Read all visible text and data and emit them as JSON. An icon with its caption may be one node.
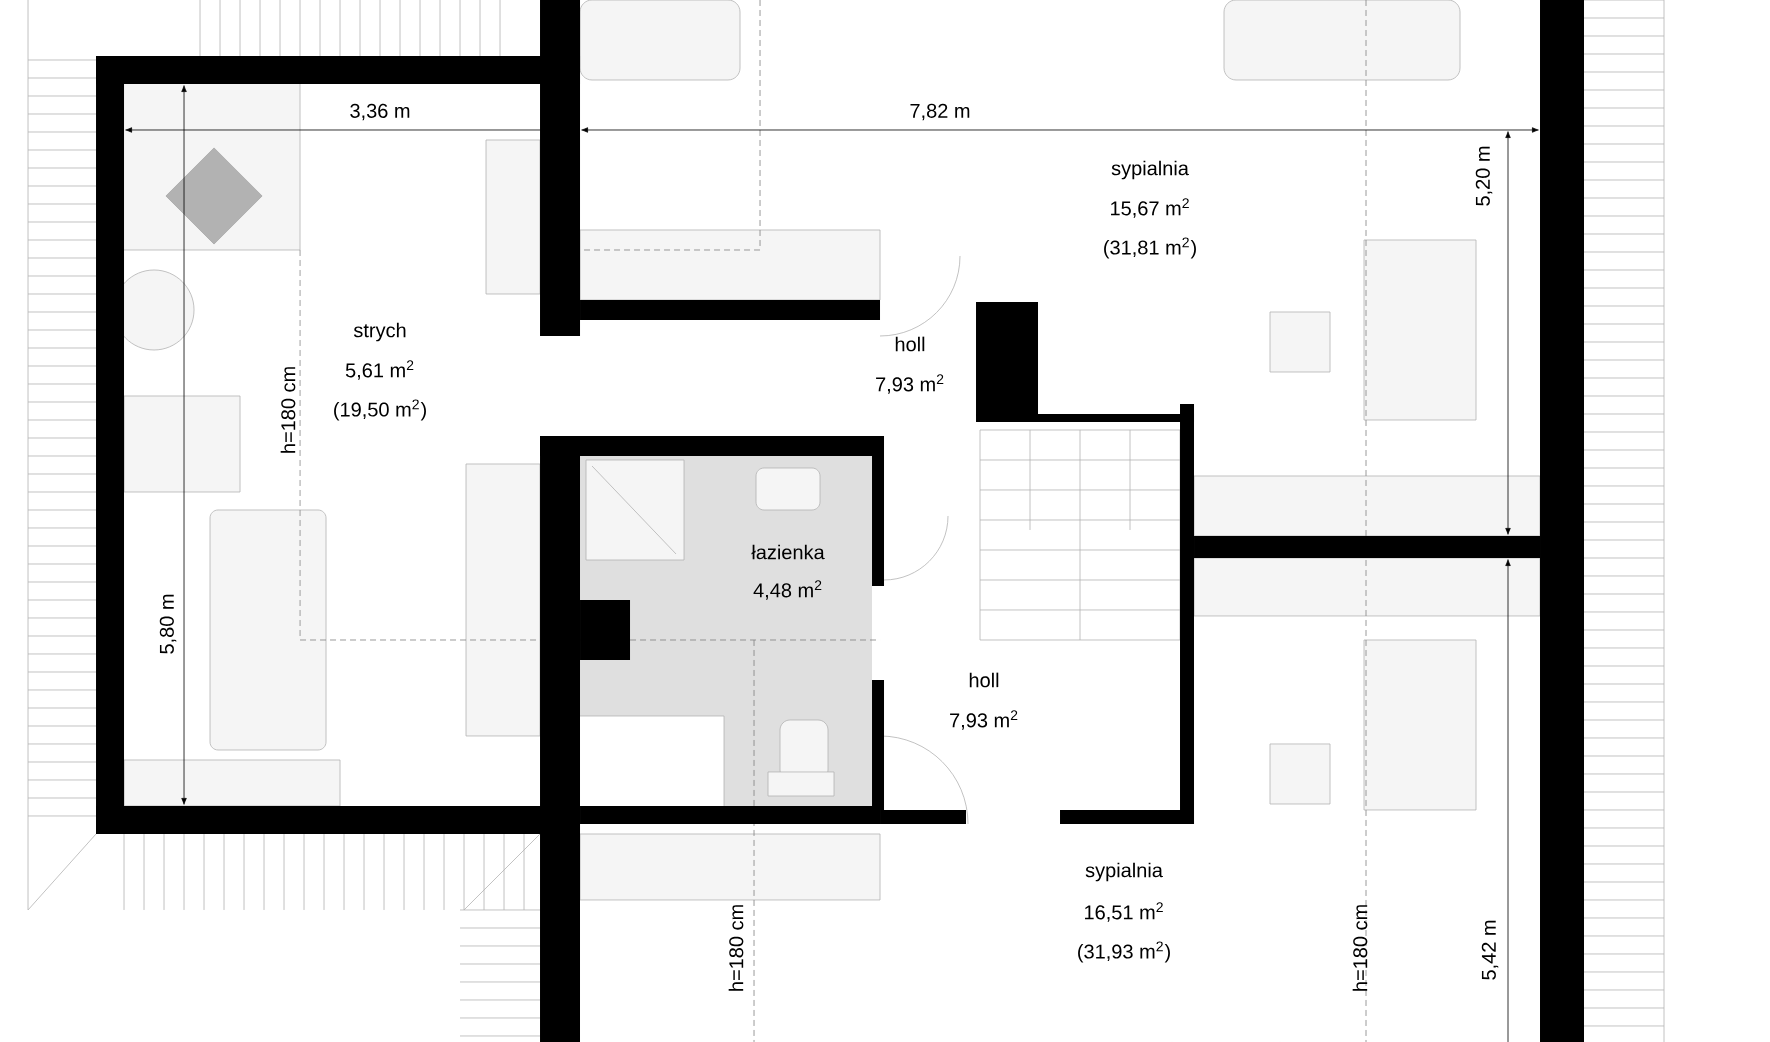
{
  "diagram": {
    "labels": [
      "3,36 m",
      "7,82 m",
      "sypialnia",
      "15,67 m$^{2}$",
      "(31,81 m$^{2}$)",
      "5,20 m",
      "strych",
      "5,61 m$^{2}$",
      "(19,50 m$^{2}$)",
      "h=180 cm",
      "holl",
      "7,93 m$^{2}$",
      "łazienka",
      "4,48 m$^{2}$",
      "5,80 m",
      "holl",
      "7,93 m$^{2}$",
      "sypialnia",
      "16,51 m$^{2}$",
      "(31,93 m$^{2}$)",
      "h=180 cm",
      "h=180 cm",
      "5,42 m"
    ]
  }
}
